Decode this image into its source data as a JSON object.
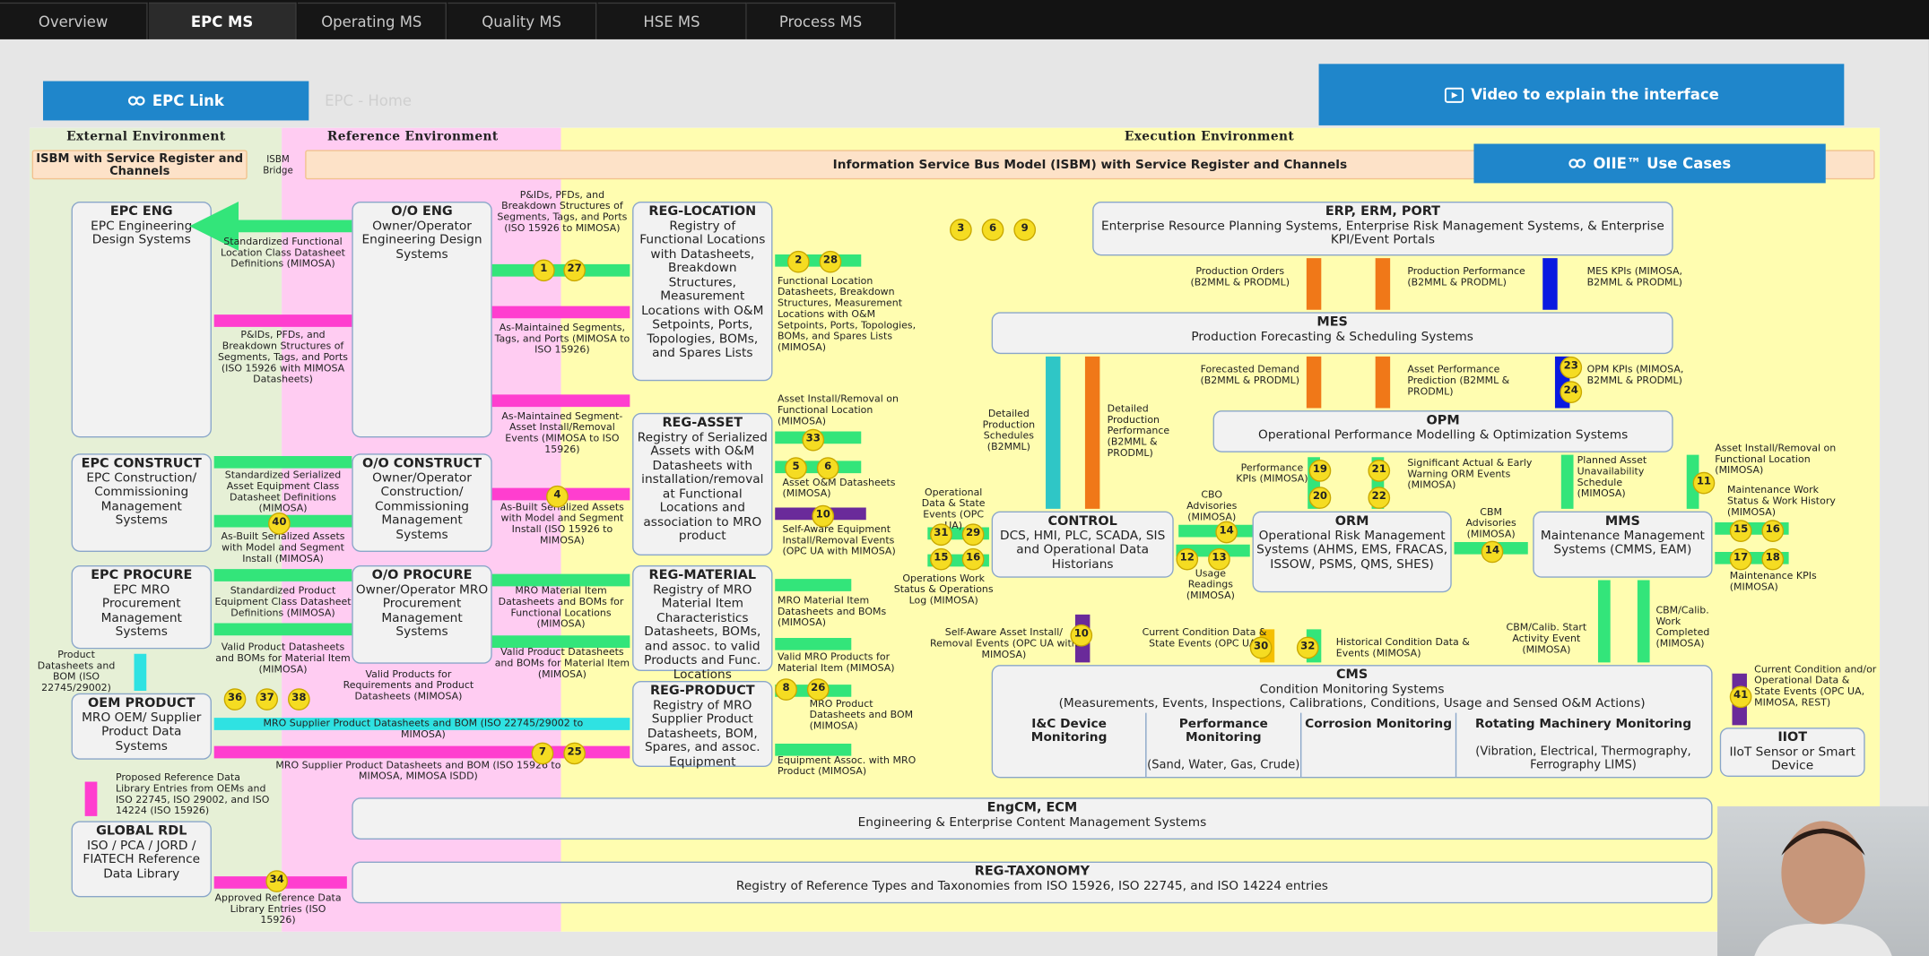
{
  "tabs": [
    {
      "label": "Overview"
    },
    {
      "label": "EPC MS"
    },
    {
      "label": "Operating MS"
    },
    {
      "label": "Quality MS"
    },
    {
      "label": "HSE MS"
    },
    {
      "label": "Process MS"
    }
  ],
  "buttons": {
    "epc_link": "EPC Link",
    "epc_home": "EPC - Home",
    "video": "Video to explain the interface",
    "use_cases": "OIIE™ Use Cases"
  },
  "colors": {
    "accent": "#1f86cb",
    "green_arrow": "#33e57a",
    "pink_arrow": "#ff3ecf",
    "orange_arrow": "#f07818",
    "blue_arrow": "#0a1ae0",
    "teal_arrow": "#2fc6c6",
    "purple_arrow": "#6a2a9a",
    "badge": "#f5dc22"
  },
  "icons": {
    "link": "link-icon",
    "video": "video-play-icon"
  },
  "diagram": {
    "headers": {
      "external": "External Environment",
      "reference": "Reference Environment",
      "execution": "Execution Environment"
    },
    "isbm_left": "ISBM with Service Register and Channels",
    "isbm_bridge": "ISBM Bridge",
    "isbm_main": "Information Service Bus Model (ISBM) with Service Register and Channels",
    "boxes": {
      "epc_eng": {
        "title": "EPC ENG",
        "text": "EPC Engineering Design Systems"
      },
      "oo_eng": {
        "title": "O/O ENG",
        "text": "Owner/Operator Engineering Design Systems"
      },
      "reg_location": {
        "title": "REG-LOCATION",
        "text": "Registry of Functional Locations with Datasheets, Breakdown Structures, Measurement Locations with O&M Setpoints, Ports, Topologies, BOMs, and Spares Lists"
      },
      "epc_construct": {
        "title": "EPC CONSTRUCT",
        "text": "EPC Construction/ Commissioning Management Systems"
      },
      "oo_construct": {
        "title": "O/O CONSTRUCT",
        "text": "Owner/Operator Construction/ Commissioning Management Systems"
      },
      "reg_asset": {
        "title": "REG-ASSET",
        "text": "Registry of Serialized Assets with O&M Datasheets with installation/removal at Functional Locations and association to MRO product"
      },
      "epc_procure": {
        "title": "EPC PROCURE",
        "text": "EPC MRO Procurement Management Systems"
      },
      "oo_procure": {
        "title": "O/O PROCURE",
        "text": "Owner/Operator MRO Procurement Management Systems"
      },
      "reg_material": {
        "title": "REG-MATERIAL",
        "text": "Registry of MRO Material Item Characteristics Datasheets, BOMs, and assoc. to valid Products and Func. Locations"
      },
      "oem_product": {
        "title": "OEM PRODUCT",
        "text": "MRO OEM/ Supplier Product Data Systems"
      },
      "reg_product": {
        "title": "REG-PRODUCT",
        "text": "Registry of MRO Supplier Product Datasheets, BOM, Spares, and assoc. Equipment"
      },
      "global_rdl": {
        "title": "GLOBAL RDL",
        "text": "ISO / PCA / JORD / FIATECH Reference Data Library"
      },
      "erp": {
        "title": "ERP, ERM, PORT",
        "text": "Enterprise Resource Planning Systems, Enterprise Risk Management Systems, & Enterprise KPI/Event Portals"
      },
      "mes": {
        "title": "MES",
        "text": "Production Forecasting & Scheduling Systems"
      },
      "opm": {
        "title": "OPM",
        "text": "Operational Performance Modelling & Optimization Systems"
      },
      "control": {
        "title": "CONTROL",
        "text": "DCS, HMI, PLC, SCADA, SIS and Operational Data Historians"
      },
      "orm": {
        "title": "ORM",
        "text": "Operational Risk Management Systems (AHMS, EMS, FRACAS, ISSOW, PSMS, QMS, SHES)"
      },
      "mms": {
        "title": "MMS",
        "text": "Maintenance Management Systems (CMMS, EAM)"
      },
      "cms": {
        "title": "CMS",
        "text": "Condition Monitoring Systems",
        "text2": "(Measurements, Events, Inspections, Calibrations, Conditions, Usage and Sensed O&M Actions)"
      },
      "iiot": {
        "title": "IIOT",
        "text": "IIoT Sensor or Smart Device"
      },
      "engcm": {
        "title": "EngCM, ECM",
        "text": "Engineering & Enterprise Content Management Systems"
      },
      "reg_taxonomy": {
        "title": "REG-TAXONOMY",
        "text": "Registry of Reference Types and Taxonomies from ISO 15926, ISO 22745, and ISO 14224 entries"
      }
    },
    "cms_subs": [
      {
        "title": "I&C Device Monitoring",
        "text": ""
      },
      {
        "title": "Performance Monitoring",
        "text": "(Sand, Water, Gas, Crude)"
      },
      {
        "title": "Corrosion Monitoring",
        "text": ""
      },
      {
        "title": "Rotating Machinery Monitoring",
        "text": "(Vibration, Electrical, Thermography, Ferrography LIMS)"
      }
    ],
    "labels": {
      "l01": "Standardized Functional Location Class Datasheet Definitions (MIMOSA)",
      "l02": "P&IDs, PFDs, and Breakdown Structures of Segments, Tags, and Ports (ISO 15926 with MIMOSA Datasheets)",
      "l03": "P&IDs, PFDs, and Breakdown Structures of Segments, Tags, and Ports (ISO 15926 to MIMOSA)",
      "l04": "As-Maintained Segments, Tags, and Ports (MIMOSA to ISO 15926)",
      "l05": "As-Maintained Segment-Asset Install/Removal Events (MIMOSA to ISO 15926)",
      "l06": "As-Built Serialized Assets with Model and Segment Install (ISO 15926 to MIMOSA)",
      "l07": "Standardized Serialized Asset Equipment Class Datasheet Definitions (MIMOSA)",
      "l08": "As-Built Serialized Assets with Model and Segment Install (MIMOSA)",
      "l09": "Standardized Product Equipment Class Datasheet Definitions (MIMOSA)",
      "l10": "Valid Product Datasheets and BOMs for Material Item (MIMOSA)",
      "l11": "MRO Material Item Datasheets and BOMs for Functional Locations (MIMOSA)",
      "l12": "Valid Product Datasheets and BOMs for Material Item (MIMOSA)",
      "l13": "Product Datasheets and BOM (ISO 22745/29002)",
      "l14": "Valid Products for Requirements and Product Datasheets (MIMOSA)",
      "l15": "MRO Supplier Product Datasheets and BOM (ISO 22745/29002 to MIMOSA)",
      "l16": "MRO Supplier Product Datasheets and BOM (ISO 15926 to MIMOSA, MIMOSA ISDD)",
      "l17": "Proposed Reference Data Library Entries from OEMs and ISO 22745, ISO 29002, and ISO 14224 (ISO 15926)",
      "l18": "Approved Reference Data Library Entries (ISO 15926)",
      "l19": "Functional Location Datasheets, Breakdown Structures, Measurement Locations with O&M Setpoints, Ports, Topologies, BOMs, and Spares Lists (MIMOSA)",
      "l20": "Asset Install/Removal on Functional Location (MIMOSA)",
      "l21": "Asset O&M Datasheets (MIMOSA)",
      "l22": "Self-Aware Equipment Install/Removal Events (OPC UA with MIMOSA)",
      "l23": "MRO Material Item Datasheets and BOMs (MIMOSA)",
      "l24": "Valid MRO Products for Material Item (MIMOSA)",
      "l25": "MRO Product Datasheets and BOM (MIMOSA)",
      "l26": "Equipment Assoc. with MRO Product (MIMOSA)",
      "l27": "Production Orders (B2MML & PRODML)",
      "l28": "Production Performance (B2MML & PRODML)",
      "l29": "MES KPIs (MIMOSA, B2MML & PRODML)",
      "l30": "Forecasted Demand (B2MML & PRODML)",
      "l31": "Asset Performance Prediction (B2MML & PRODML)",
      "l32": "OPM KPIs (MIMOSA, B2MML & PRODML)",
      "l33": "Detailed Production Schedules (B2MML)",
      "l34": "Detailed Production Performance (B2MML & PRODML)",
      "l35": "Performance KPIs (MIMOSA)",
      "l36": "Significant Actual & Early Warning ORM Events (MIMOSA)",
      "l37": "Planned Asset Unavailability Schedule (MIMOSA)",
      "l38": "Asset Install/Removal on Functional Location (MIMOSA)",
      "l39": "Maintenance Work Status & Work History (MIMOSA)",
      "l40": "Maintenance KPIs (MIMOSA)",
      "l41": "Operational Data & State Events (OPC UA)",
      "l42": "Operations Work Status & Operations Log (MIMOSA)",
      "l43": "CBO Advisories (MIMOSA)",
      "l44": "Usage Readings (MIMOSA)",
      "l45": "CBM Advisories (MIMOSA)",
      "l46": "Self-Aware Asset Install/ Removal Events (OPC UA with MIMOSA)",
      "l47": "Current Condition Data & State Events (OPC UA)",
      "l48": "Historical Condition Data & Events (MIMOSA)",
      "l49": "CBM/Calib. Start Activity Event (MIMOSA)",
      "l50": "CBM/Calib. Work Completed (MIMOSA)",
      "l51": "Current Condition and/or Operational Data & State Events (OPC UA, MIMOSA, REST)"
    },
    "badges": [
      "1",
      "27",
      "2",
      "28",
      "3",
      "6",
      "9",
      "33",
      "5",
      "6",
      "4",
      "10",
      "40",
      "36",
      "37",
      "38",
      "7",
      "25",
      "8",
      "26",
      "34",
      "31",
      "29",
      "15",
      "16",
      "19",
      "21",
      "20",
      "22",
      "23",
      "24",
      "11",
      "15",
      "16",
      "17",
      "18",
      "14",
      "14",
      "12",
      "13",
      "10",
      "30",
      "32",
      "41"
    ]
  }
}
